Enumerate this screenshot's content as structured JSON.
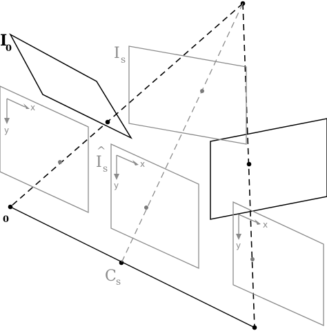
{
  "labels": {
    "i0_main": "I",
    "i0_sub": "0",
    "origin": "0",
    "is_main": "I",
    "is_sub": "s",
    "ishat_main": "I",
    "ishat_sub": "s",
    "ishat_hat": "^",
    "cs_main": "C",
    "cs_sub": "s"
  },
  "axes": {
    "x": "x",
    "y": "y"
  },
  "colors": {
    "black": "#000000",
    "gray": "#8a8a8a",
    "dot_gray": "#7a7a7a"
  }
}
